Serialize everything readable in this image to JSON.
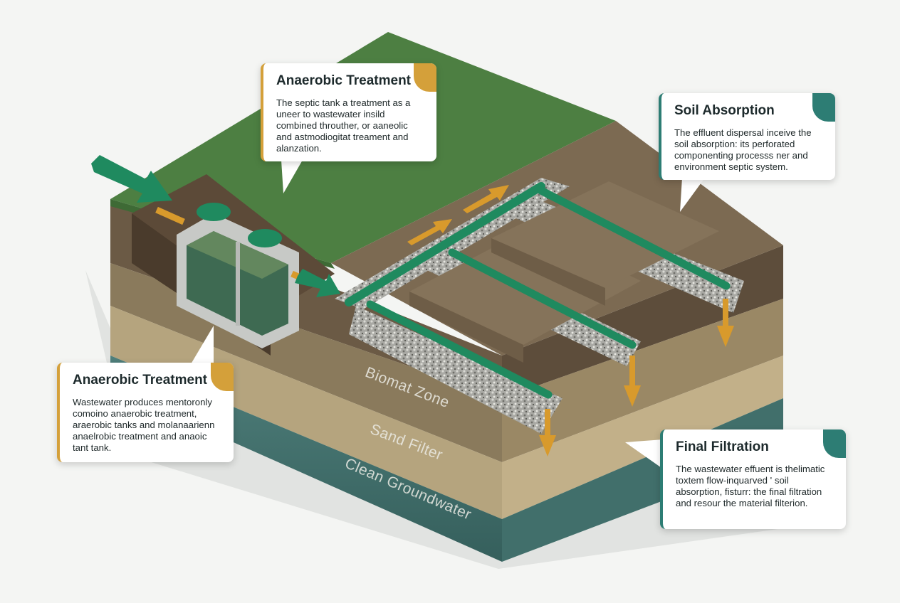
{
  "colors": {
    "accent_gold": "#d4a03a",
    "accent_teal": "#2d7d74",
    "pipe_green": "#1f8a5f",
    "arrow_gold": "#d89a2c",
    "grass": "#4d7f42"
  },
  "callouts": {
    "top_left": {
      "title": "Anaerobic Treatment",
      "body": "The septic tank a treatment as a uneer to wastewater insild combined throuther, or aaneolic and astmodiogitat treament and alanzation.",
      "accent": "#d4a03a"
    },
    "top_right": {
      "title": "Soil Absorption",
      "body": "The effluent dispersal inceive the soil absorption: its perforated componenting processs ner and environment septic system.",
      "accent": "#2d7d74"
    },
    "bottom_left": {
      "title": "Anaerobic Treatment",
      "body": "Wastewater produces mentoronly comoino anaerobic treatment, araerobic tanks and molanaarienn anaelrobic treatment and anaoic tant tank.",
      "accent": "#d4a03a"
    },
    "bottom_right": {
      "title": "Final Filtration",
      "body": "The wastewater effuent is thelimatic toxtem flow-inquarved ' soil absorption, fisturr: the final filtration and resour the material filterion.",
      "accent": "#2d7d74"
    }
  },
  "zones": {
    "biomat": "Biomat Zone",
    "sand": "Sand Filter",
    "groundwater": "Clean Groundwater"
  }
}
